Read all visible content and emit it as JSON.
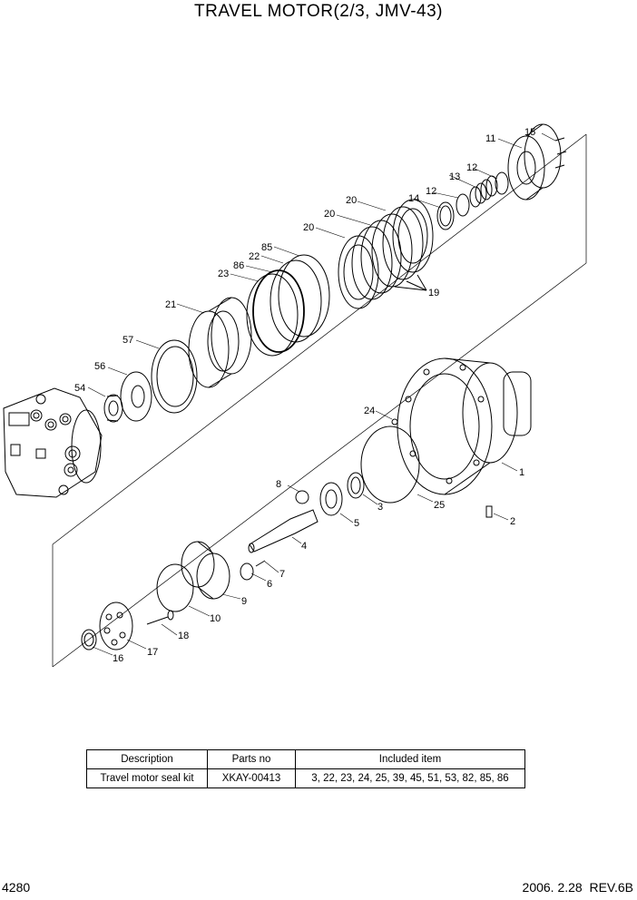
{
  "title": "TRAVEL MOTOR(2/3, JMV-43)",
  "callouts": [
    "1",
    "2",
    "3",
    "4",
    "5",
    "6",
    "7",
    "8",
    "9",
    "10",
    "11",
    "12",
    "12",
    "13",
    "14",
    "15",
    "16",
    "17",
    "18",
    "19",
    "20",
    "20",
    "20",
    "21",
    "22",
    "23",
    "24",
    "25",
    "54",
    "56",
    "57",
    "85",
    "86"
  ],
  "table": {
    "headers": [
      "Description",
      "Parts no",
      "Included item"
    ],
    "rows": [
      [
        "Travel motor seal kit",
        "XKAY-00413",
        "3, 22, 23, 24, 25, 39, 45, 51, 53, 82, 85, 86"
      ]
    ]
  },
  "footer": {
    "page": "4280",
    "revision": "2006. 2.28  REV.6B"
  }
}
